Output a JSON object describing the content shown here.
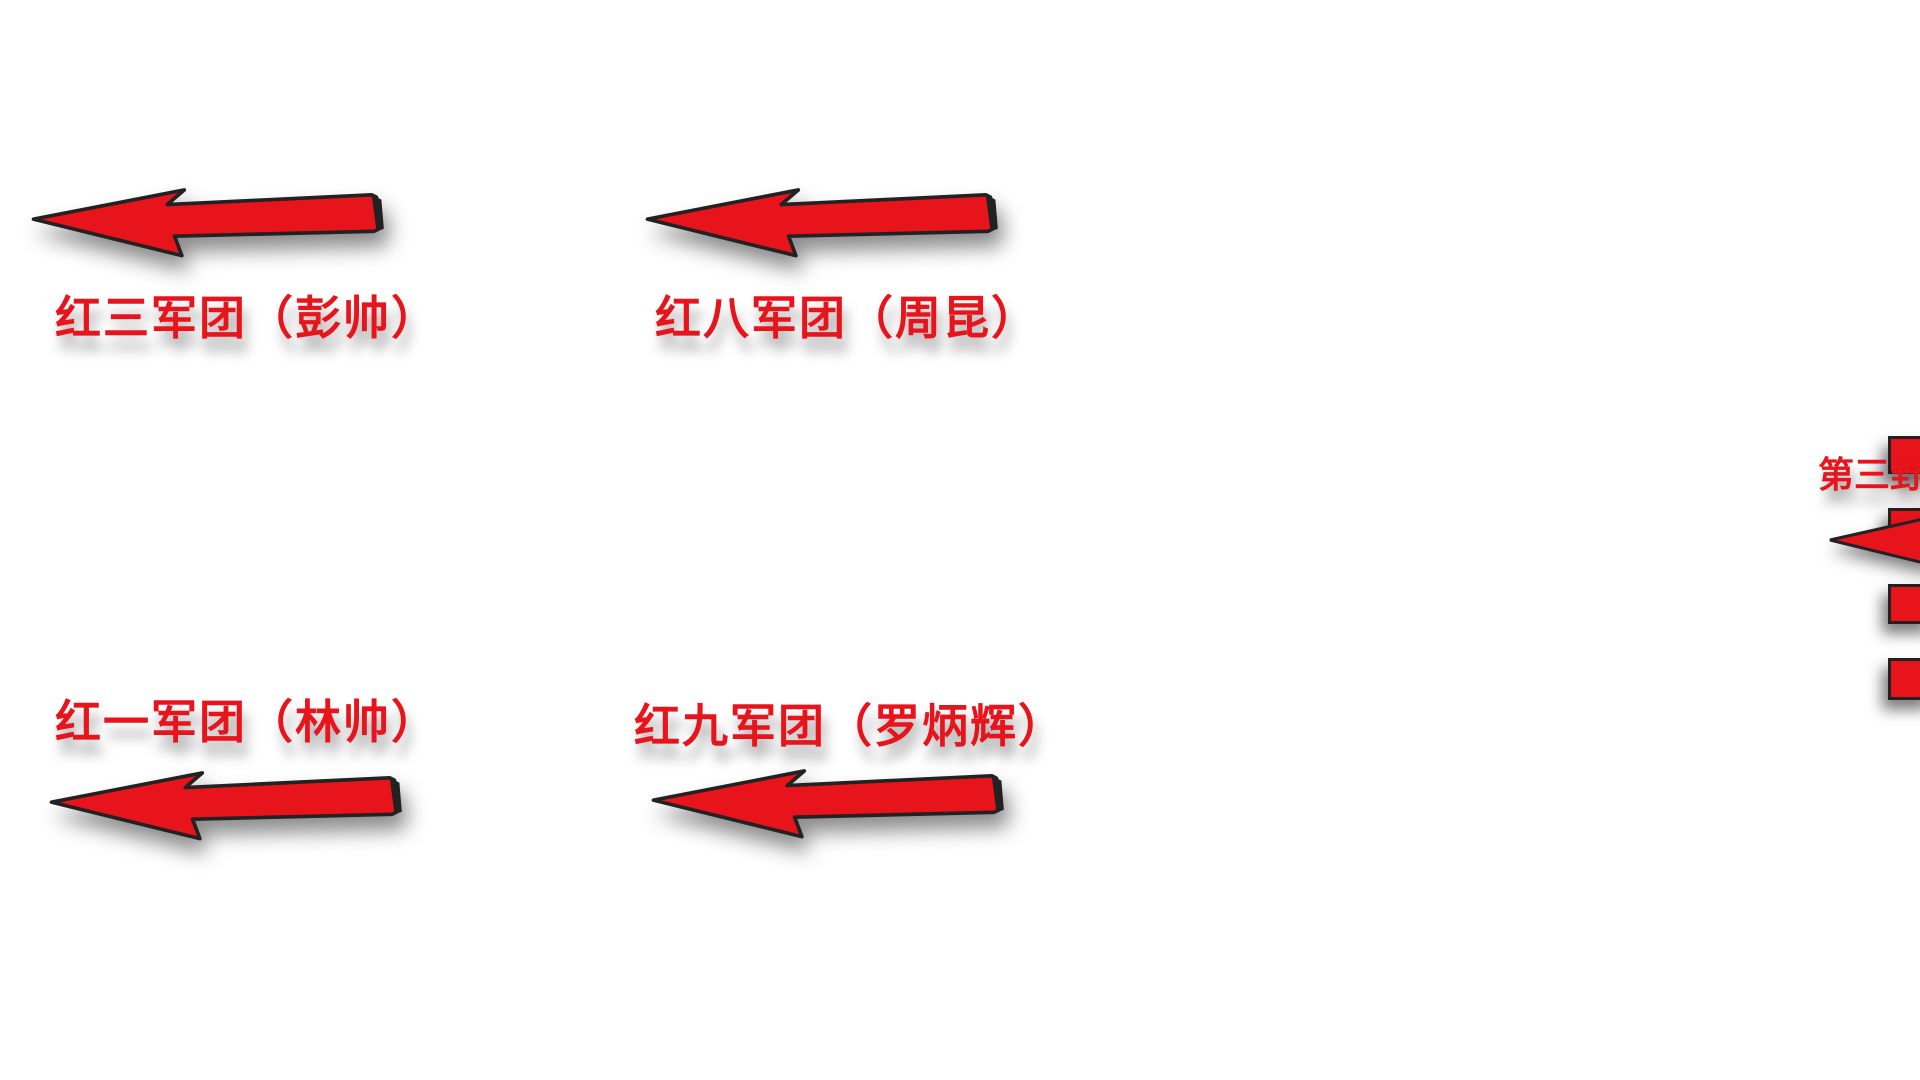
{
  "colors": {
    "arrow_fill": "#e8141c",
    "outline": "#222222",
    "text": "#e8141c"
  },
  "arrows_direction": "left",
  "labels": [
    "红三军团（彭帅）",
    "红八军团（周昆）",
    "红一军团（林帅）",
    "红九军团（罗炳辉）"
  ],
  "edge_label": "第三野"
}
